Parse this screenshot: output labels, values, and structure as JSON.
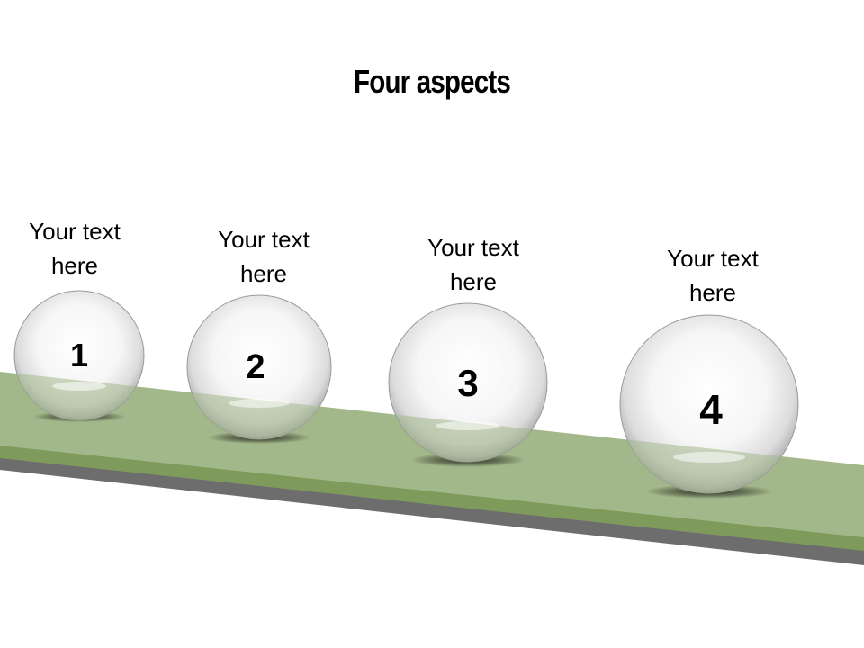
{
  "title": "Four aspects",
  "colors": {
    "ramp_top": "#a3b88a",
    "ramp_edge": "#7f9b5c",
    "ramp_shadow": "#6d6d6d"
  },
  "steps": [
    {
      "number": "1",
      "caption_line1": "Your text",
      "caption_line2": "here"
    },
    {
      "number": "2",
      "caption_line1": "Your text",
      "caption_line2": "here"
    },
    {
      "number": "3",
      "caption_line1": "Your text",
      "caption_line2": "here"
    },
    {
      "number": "4",
      "caption_line1": "Your text",
      "caption_line2": "here"
    }
  ]
}
